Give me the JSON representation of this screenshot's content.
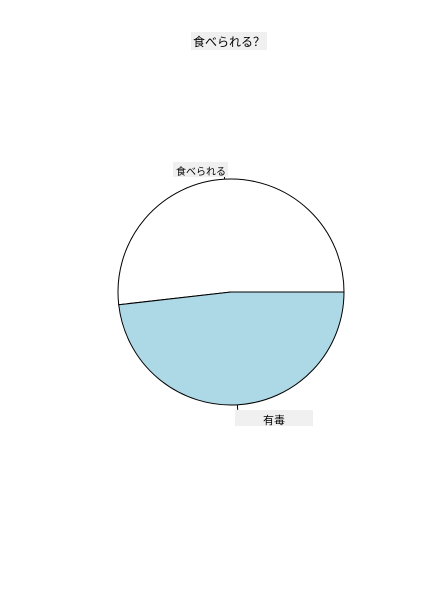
{
  "chart_data": {
    "type": "pie",
    "title": "食べられる？",
    "slices": [
      {
        "label": "食べられる",
        "value": 51.8,
        "color": "#ffffff"
      },
      {
        "label": "有毒",
        "value": 48.2,
        "color": "#add8e6"
      }
    ],
    "border_color": "#000000",
    "legend": "none",
    "grid": false
  }
}
